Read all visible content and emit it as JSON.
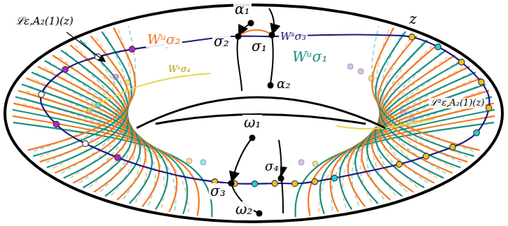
{
  "diagram": {
    "labels": [
      "α₁",
      "σ₂",
      "σ₁",
      "Wˢσ₃",
      "α₂",
      "Wᵘσ₂",
      "z",
      "Wᵘσ₁",
      "ℒε,A₂(1)(z)",
      "Wˢσ₄",
      "ℒ²ε,A₂(1)(z)",
      "ω₁",
      "σ₄",
      "σ₃",
      "ω₂"
    ]
  }
}
